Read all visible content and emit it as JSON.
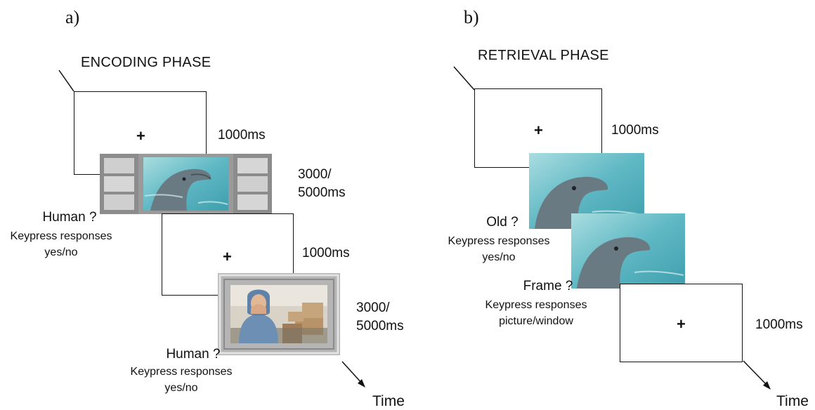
{
  "panel_a": {
    "letter": "a)",
    "phase_title": "ENCODING PHASE",
    "fixation_1": "+",
    "fixation_1_duration": "1000ms",
    "stim_1_duration": "3000/\n5000ms",
    "stim_1_question": "Human ?",
    "stim_1_response": "Keypress responses\nyes/no",
    "fixation_2": "+",
    "fixation_2_duration": "1000ms",
    "stim_2_duration": "3000/\n5000ms",
    "stim_2_question": "Human ?",
    "stim_2_response": "Keypress responses\nyes/no",
    "time_label": "Time"
  },
  "panel_b": {
    "letter": "b)",
    "phase_title": "RETRIEVAL PHASE",
    "fixation_1": "+",
    "fixation_1_duration": "1000ms",
    "question_1": "Old ?",
    "response_1": "Keypress responses\nyes/no",
    "question_2": "Frame ?",
    "response_2": "Keypress responses\npicture/window",
    "fixation_2": "+",
    "fixation_2_duration": "1000ms",
    "time_label": "Time"
  },
  "colors": {
    "water": "#5fb8c4",
    "water_light": "#a9dde0",
    "dolphin": "#6a7a82",
    "frame_silver": "#b5b5b5",
    "window_grey": "#8c8c8c",
    "hoodie": "#6c8fb3",
    "room": "#d9d2c6",
    "boxes": "#b8936a"
  }
}
